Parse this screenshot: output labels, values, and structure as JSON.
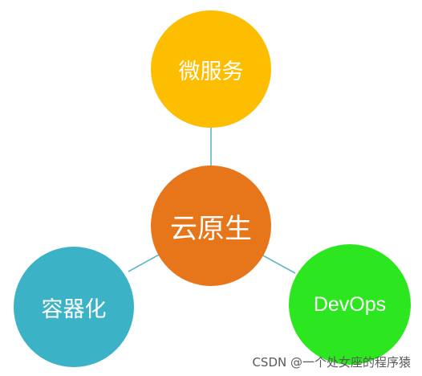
{
  "diagram": {
    "nodes": {
      "center": {
        "label": "云原生",
        "color": "#e7761a"
      },
      "top": {
        "label": "微服务",
        "color": "#fdbd00"
      },
      "left": {
        "label": "容器化",
        "color": "#3cb2c6"
      },
      "right": {
        "label": "DevOps",
        "color": "#2ce61f"
      }
    },
    "connector_color": "#5fb8c8"
  },
  "watermark": "CSDN @一个处女座的程序猿"
}
